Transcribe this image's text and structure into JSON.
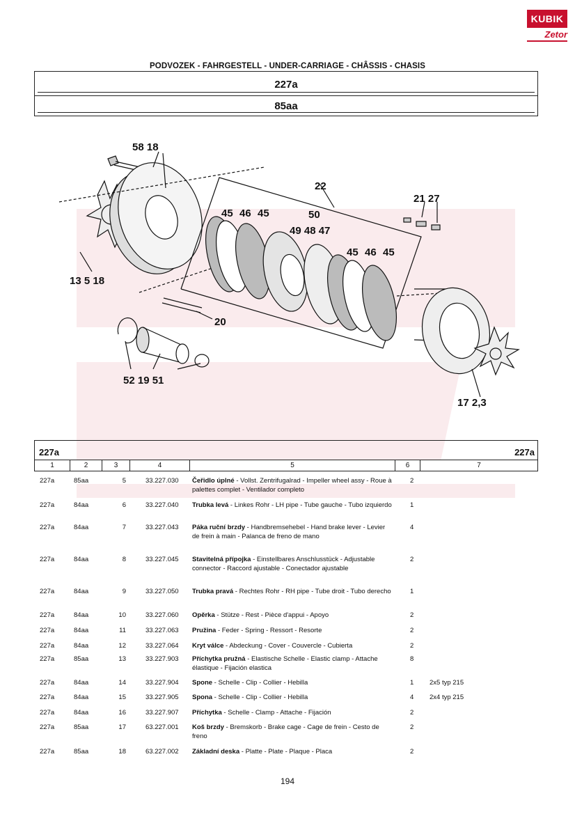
{
  "logo": {
    "brand": "KUBIK",
    "sub": "Zetor"
  },
  "header": "PODVOZEK - FAHRGESTELL - UNDER-CARRIAGE - CHÂSSIS - CHASIS",
  "group_code": "227a",
  "sub_code": "85aa",
  "diagram_labels": {
    "l58_18": "58 18",
    "l22": "22",
    "l21_27": "21 27",
    "l45a": "45",
    "l46a": "46",
    "l45b": "45",
    "l50": "50",
    "l49_48_47": "49 48 47",
    "l45c": "45",
    "l46b": "46",
    "l45d": "45",
    "l13_5_18": "13 5 18",
    "l20": "20",
    "l52_19_51": "52 19 51",
    "l17_23": "17 2,3"
  },
  "table": {
    "left_code": "227a",
    "right_code": "227a",
    "columns": [
      "1",
      "2",
      "3",
      "4",
      "5",
      "6",
      "7"
    ],
    "rows": [
      {
        "c1": "227a",
        "c2": "85aa",
        "c3": "5",
        "c4": "33.227.030",
        "bold": "Čeřidlo úplné",
        "desc": " - Vollst. Zentrifugalrad - Impeller wheel assy - Roue à palettes complet - Ventilador completo",
        "c6": "2",
        "c7": ""
      },
      {
        "c1": "227a",
        "c2": "84aa",
        "c3": "6",
        "c4": "33.227.040",
        "bold": "Trubka levá",
        "desc": " - Linkes Rohr - LH pipe - Tube gauche - Tubo izquierdo",
        "c6": "1",
        "c7": ""
      },
      {
        "c1": "227a",
        "c2": "84aa",
        "c3": "7",
        "c4": "33.227.043",
        "bold": "Páka ruční brzdy",
        "desc": " - Handbremsehebel - Hand brake lever - Levier de frein à main - Palanca de freno de mano",
        "c6": "4",
        "c7": ""
      },
      {
        "c1": "227a",
        "c2": "84aa",
        "c3": "8",
        "c4": "33.227.045",
        "bold": "Stavitelná přípojka",
        "desc": " - Einstellbares Anschlusstück - Adjustable connector - Raccord ajustable - Conectador ajustable",
        "c6": "2",
        "c7": ""
      },
      {
        "c1": "227a",
        "c2": "84aa",
        "c3": "9",
        "c4": "33.227.050",
        "bold": "Trubka pravá",
        "desc": " - Rechtes Rohr - RH pipe - Tube droit - Tubo derecho",
        "c6": "1",
        "c7": ""
      },
      {
        "c1": "227a",
        "c2": "84aa",
        "c3": "10",
        "c4": "33.227.060",
        "bold": "Opěrka",
        "desc": " - Stütze - Rest - Pièce d'appui - Apoyo",
        "c6": "2",
        "c7": ""
      },
      {
        "c1": "227a",
        "c2": "84aa",
        "c3": "11",
        "c4": "33.227.063",
        "bold": "Pružina",
        "desc": " - Feder - Spring - Ressort - Resorte",
        "c6": "2",
        "c7": ""
      },
      {
        "c1": "227a",
        "c2": "84aa",
        "c3": "12",
        "c4": "33.227.064",
        "bold": "Kryt válce",
        "desc": " - Abdeckung - Cover - Couvercle - Cubierta",
        "c6": "2",
        "c7": ""
      },
      {
        "c1": "227a",
        "c2": "85aa",
        "c3": "13",
        "c4": "33.227.903",
        "bold": "Příchytka pružná",
        "desc": " - Elastische Schelle - Elastic clamp - Attache élastique - Fijación elastica",
        "c6": "8",
        "c7": ""
      },
      {
        "c1": "227a",
        "c2": "84aa",
        "c3": "14",
        "c4": "33.227.904",
        "bold": "Spone",
        "desc": " - Schelle - Clip - Collier - Hebilla",
        "c6": "1",
        "c7": "2x5 typ 215"
      },
      {
        "c1": "227a",
        "c2": "84aa",
        "c3": "15",
        "c4": "33.227.905",
        "bold": "Spona",
        "desc": " - Schelle - Clip - Collier - Hebilla",
        "c6": "4",
        "c7": "2x4 typ 215"
      },
      {
        "c1": "227a",
        "c2": "84aa",
        "c3": "16",
        "c4": "33.227.907",
        "bold": "Příchytka",
        "desc": " - Schelle - Clamp - Attache - Fijación",
        "c6": "2",
        "c7": ""
      },
      {
        "c1": "227a",
        "c2": "85aa",
        "c3": "17",
        "c4": "63.227.001",
        "bold": "Koš brzdy",
        "desc": " - Bremskorb - Brake cage - Cage de frein - Cesto de freno",
        "c6": "2",
        "c7": ""
      },
      {
        "c1": "227a",
        "c2": "85aa",
        "c3": "18",
        "c4": "63.227.002",
        "bold": "Základní deska",
        "desc": " - Platte - Plate - Plaque - Placa",
        "c6": "2",
        "c7": ""
      }
    ]
  },
  "page_number": "194"
}
